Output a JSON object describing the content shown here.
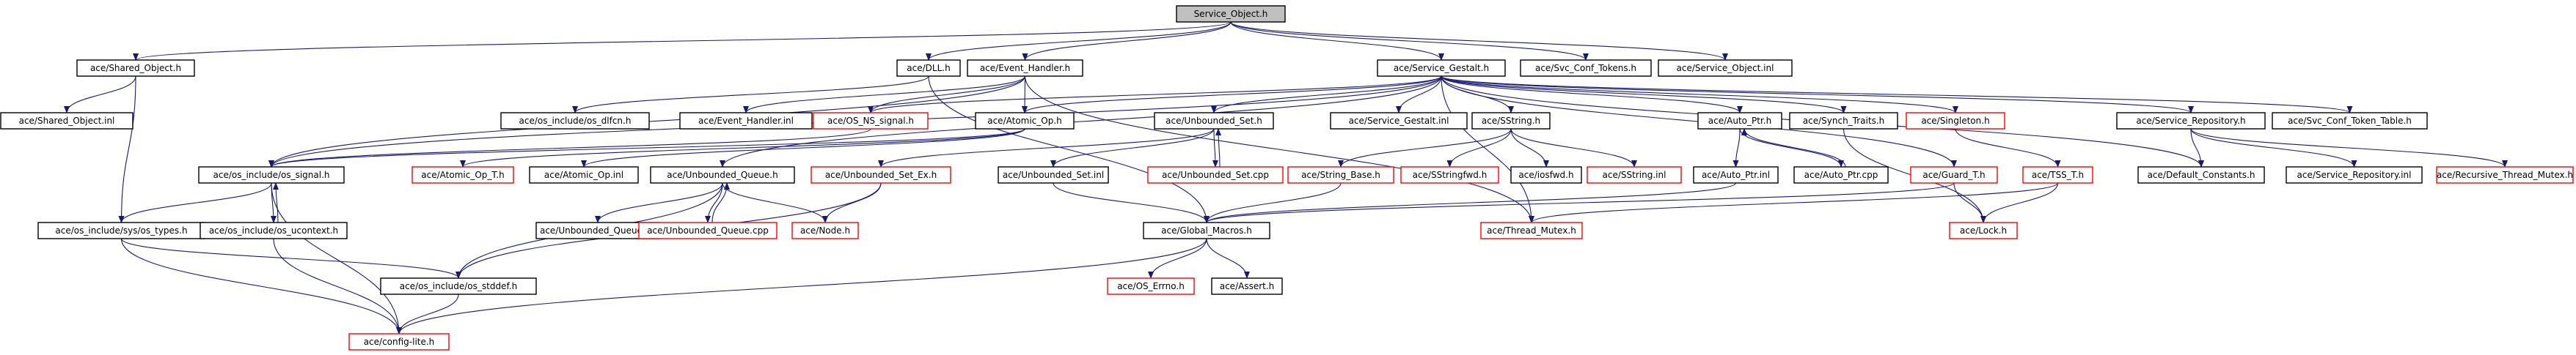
{
  "colors": {
    "edge": "#191970",
    "black_border": "#000000",
    "red_border": "#ff0000",
    "root_fill": "#c0c0c0"
  },
  "nodes": {
    "n0": {
      "label": "Service_Object.h",
      "style": "root"
    },
    "n1": {
      "label": "ace/Shared_Object.h",
      "style": "black"
    },
    "n2": {
      "label": "ace/Shared_Object.inl",
      "style": "black"
    },
    "n3": {
      "label": "ace/os_include/sys/os_types.h",
      "style": "black"
    },
    "n4": {
      "label": "ace/DLL.h",
      "style": "black"
    },
    "n5": {
      "label": "ace/Event_Handler.h",
      "style": "black"
    },
    "n6": {
      "label": "ace/Service_Gestalt.h",
      "style": "black"
    },
    "n7": {
      "label": "ace/Svc_Conf_Tokens.h",
      "style": "black"
    },
    "n8": {
      "label": "ace/Service_Object.inl",
      "style": "black"
    },
    "n9": {
      "label": "ace/os_include/os_dlfcn.h",
      "style": "black"
    },
    "n10": {
      "label": "ace/Event_Handler.inl",
      "style": "black"
    },
    "n11": {
      "label": "ace/OS_NS_signal.h",
      "style": "red"
    },
    "n12": {
      "label": "ace/Atomic_Op.h",
      "style": "black"
    },
    "n13": {
      "label": "ace/Unbounded_Set.h",
      "style": "black"
    },
    "n14": {
      "label": "ace/Service_Gestalt.inl",
      "style": "black"
    },
    "n15": {
      "label": "ace/SString.h",
      "style": "black"
    },
    "n16": {
      "label": "ace/Auto_Ptr.h",
      "style": "black"
    },
    "n17": {
      "label": "ace/Synch_Traits.h",
      "style": "black"
    },
    "n18": {
      "label": "ace/Singleton.h",
      "style": "red"
    },
    "n19": {
      "label": "ace/Service_Repository.h",
      "style": "black"
    },
    "n20": {
      "label": "ace/Svc_Conf_Token_Table.h",
      "style": "black"
    },
    "n21": {
      "label": "ace/os_include/os_signal.h",
      "style": "black"
    },
    "n22": {
      "label": "ace/Atomic_Op_T.h",
      "style": "red"
    },
    "n23": {
      "label": "ace/Atomic_Op.inl",
      "style": "black"
    },
    "n24": {
      "label": "ace/Unbounded_Queue.h",
      "style": "black"
    },
    "n25": {
      "label": "ace/Unbounded_Set_Ex.h",
      "style": "red"
    },
    "n26": {
      "label": "ace/Unbounded_Set.inl",
      "style": "black"
    },
    "n27": {
      "label": "ace/Unbounded_Set.cpp",
      "style": "red"
    },
    "n28": {
      "label": "ace/String_Base.h",
      "style": "red"
    },
    "n29": {
      "label": "ace/SStringfwd.h",
      "style": "red"
    },
    "n30": {
      "label": "ace/iosfwd.h",
      "style": "black"
    },
    "n31": {
      "label": "ace/SString.inl",
      "style": "red"
    },
    "n32": {
      "label": "ace/Auto_Ptr.inl",
      "style": "black"
    },
    "n33": {
      "label": "ace/Auto_Ptr.cpp",
      "style": "black"
    },
    "n34": {
      "label": "ace/Guard_T.h",
      "style": "red"
    },
    "n35": {
      "label": "ace/TSS_T.h",
      "style": "red"
    },
    "n36": {
      "label": "ace/Default_Constants.h",
      "style": "black"
    },
    "n37": {
      "label": "ace/Service_Repository.inl",
      "style": "black"
    },
    "n38": {
      "label": "ace/Recursive_Thread_Mutex.h",
      "style": "red"
    },
    "n39": {
      "label": "ace/os_include/os_ucontext.h",
      "style": "black"
    },
    "n40": {
      "label": "ace/Unbounded_Queue.inl",
      "style": "black"
    },
    "n41": {
      "label": "ace/Unbounded_Queue.cpp",
      "style": "red"
    },
    "n42": {
      "label": "ace/Node.h",
      "style": "red"
    },
    "n43": {
      "label": "ace/Global_Macros.h",
      "style": "black"
    },
    "n44": {
      "label": "ace/Thread_Mutex.h",
      "style": "red"
    },
    "n45": {
      "label": "ace/Lock.h",
      "style": "red"
    },
    "n46": {
      "label": "ace/os_include/os_stddef.h",
      "style": "black"
    },
    "n47": {
      "label": "ace/OS_Errno.h",
      "style": "red"
    },
    "n48": {
      "label": "ace/Assert.h",
      "style": "black"
    },
    "n49": {
      "label": "ace/config-lite.h",
      "style": "red"
    }
  },
  "edges": [
    [
      "n0",
      "n1"
    ],
    [
      "n0",
      "n4"
    ],
    [
      "n0",
      "n5"
    ],
    [
      "n0",
      "n6"
    ],
    [
      "n0",
      "n7"
    ],
    [
      "n0",
      "n8"
    ],
    [
      "n1",
      "n2"
    ],
    [
      "n1",
      "n3"
    ],
    [
      "n3",
      "n46"
    ],
    [
      "n3",
      "n49"
    ],
    [
      "n4",
      "n9"
    ],
    [
      "n4",
      "n43"
    ],
    [
      "n5",
      "n10"
    ],
    [
      "n5",
      "n11"
    ],
    [
      "n5",
      "n12"
    ],
    [
      "n5",
      "n21"
    ],
    [
      "n5",
      "n44"
    ],
    [
      "n6",
      "n11"
    ],
    [
      "n6",
      "n12"
    ],
    [
      "n6",
      "n13"
    ],
    [
      "n6",
      "n14"
    ],
    [
      "n6",
      "n15"
    ],
    [
      "n6",
      "n16"
    ],
    [
      "n6",
      "n17"
    ],
    [
      "n6",
      "n18"
    ],
    [
      "n6",
      "n19"
    ],
    [
      "n6",
      "n20"
    ],
    [
      "n6",
      "n21"
    ],
    [
      "n6",
      "n24"
    ],
    [
      "n6",
      "n34"
    ],
    [
      "n6",
      "n36"
    ],
    [
      "n6",
      "n44"
    ],
    [
      "n11",
      "n21"
    ],
    [
      "n12",
      "n22"
    ],
    [
      "n12",
      "n23"
    ],
    [
      "n12",
      "n21"
    ],
    [
      "n13",
      "n25"
    ],
    [
      "n13",
      "n26"
    ],
    [
      "n13",
      "n27"
    ],
    [
      "n27",
      "n13"
    ],
    [
      "n15",
      "n28"
    ],
    [
      "n15",
      "n29"
    ],
    [
      "n15",
      "n30"
    ],
    [
      "n15",
      "n31"
    ],
    [
      "n16",
      "n32"
    ],
    [
      "n16",
      "n33"
    ],
    [
      "n33",
      "n16"
    ],
    [
      "n17",
      "n45"
    ],
    [
      "n18",
      "n35"
    ],
    [
      "n19",
      "n36"
    ],
    [
      "n19",
      "n37"
    ],
    [
      "n19",
      "n38"
    ],
    [
      "n21",
      "n3"
    ],
    [
      "n21",
      "n39"
    ],
    [
      "n21",
      "n49"
    ],
    [
      "n39",
      "n21"
    ],
    [
      "n39",
      "n49"
    ],
    [
      "n24",
      "n40"
    ],
    [
      "n24",
      "n41"
    ],
    [
      "n24",
      "n42"
    ],
    [
      "n24",
      "n46"
    ],
    [
      "n41",
      "n24"
    ],
    [
      "n25",
      "n42"
    ],
    [
      "n25",
      "n46"
    ],
    [
      "n26",
      "n43"
    ],
    [
      "n28",
      "n43"
    ],
    [
      "n32",
      "n43"
    ],
    [
      "n34",
      "n43"
    ],
    [
      "n34",
      "n45"
    ],
    [
      "n35",
      "n44"
    ],
    [
      "n35",
      "n45"
    ],
    [
      "n43",
      "n47"
    ],
    [
      "n43",
      "n48"
    ],
    [
      "n43",
      "n49"
    ],
    [
      "n46",
      "n49"
    ]
  ]
}
